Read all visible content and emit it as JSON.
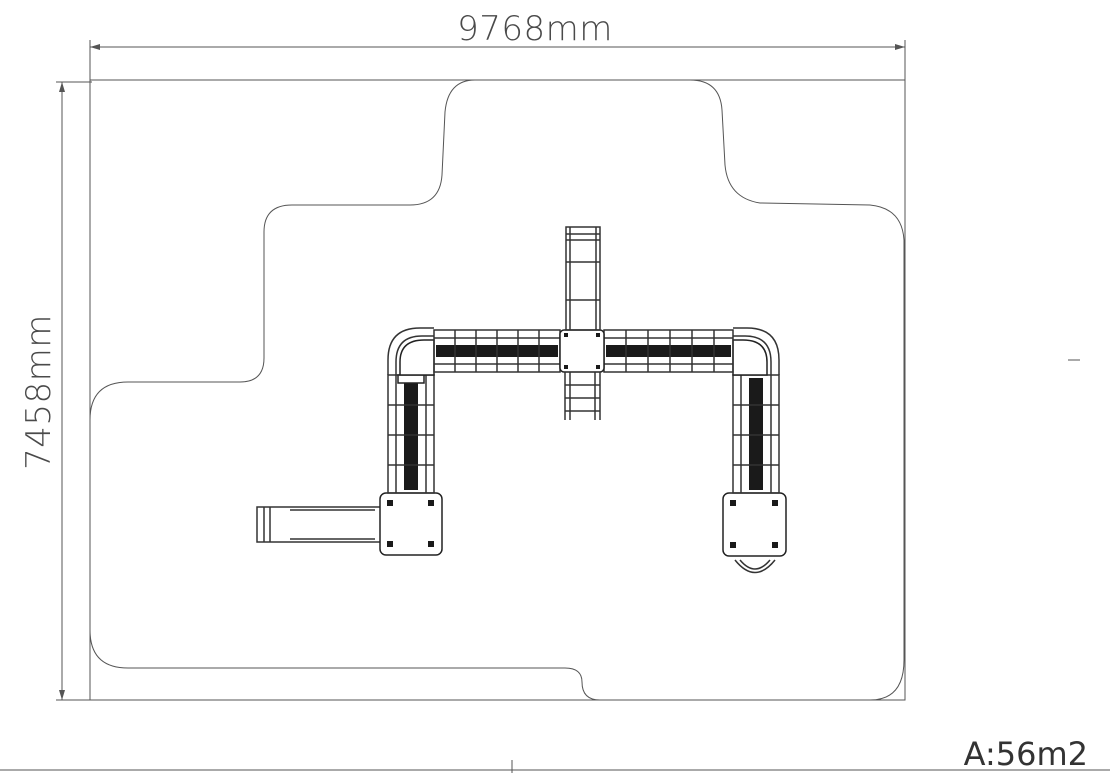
{
  "dimensions": {
    "width_label": "9768mm",
    "height_label": "7458mm"
  },
  "area_label": "A:56m2"
}
